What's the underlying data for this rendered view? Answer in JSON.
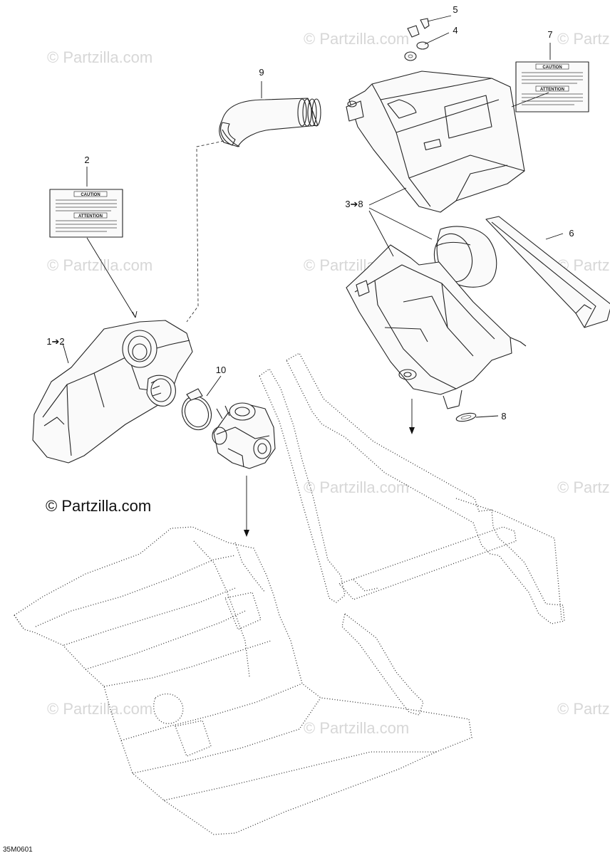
{
  "watermark": {
    "text": "© Partzilla.com"
  },
  "copyright": {
    "text": "© Partzilla.com"
  },
  "drawing_code": "35M0601",
  "callouts": {
    "c1": "1➔2",
    "c2": "2",
    "c3": "3➔8",
    "c4": "4",
    "c5": "5",
    "c6": "6",
    "c7": "7",
    "c8": "8",
    "c9": "9",
    "c10": "10"
  },
  "labels": {
    "left": {
      "heading1": "CAUTION",
      "heading2": "ATTENTION"
    },
    "right": {
      "heading1": "CAUTION",
      "heading2": "ATTENTION"
    }
  }
}
